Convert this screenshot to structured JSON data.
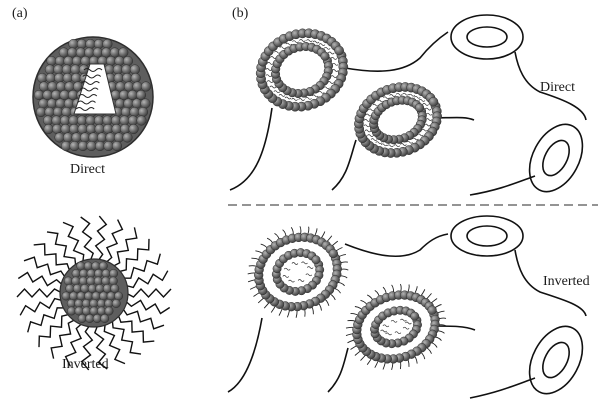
{
  "panel_a": {
    "label": "(a)",
    "top_caption": "Direct",
    "bottom_caption": "Inverted"
  },
  "panel_b": {
    "label": "(b)",
    "top_caption": "Direct",
    "bottom_caption": "Inverted"
  },
  "colors": {
    "sphere": "#6d6d6d",
    "sphere_outline": "#2e2e2e",
    "line": "#111111",
    "divider": "#555555"
  }
}
